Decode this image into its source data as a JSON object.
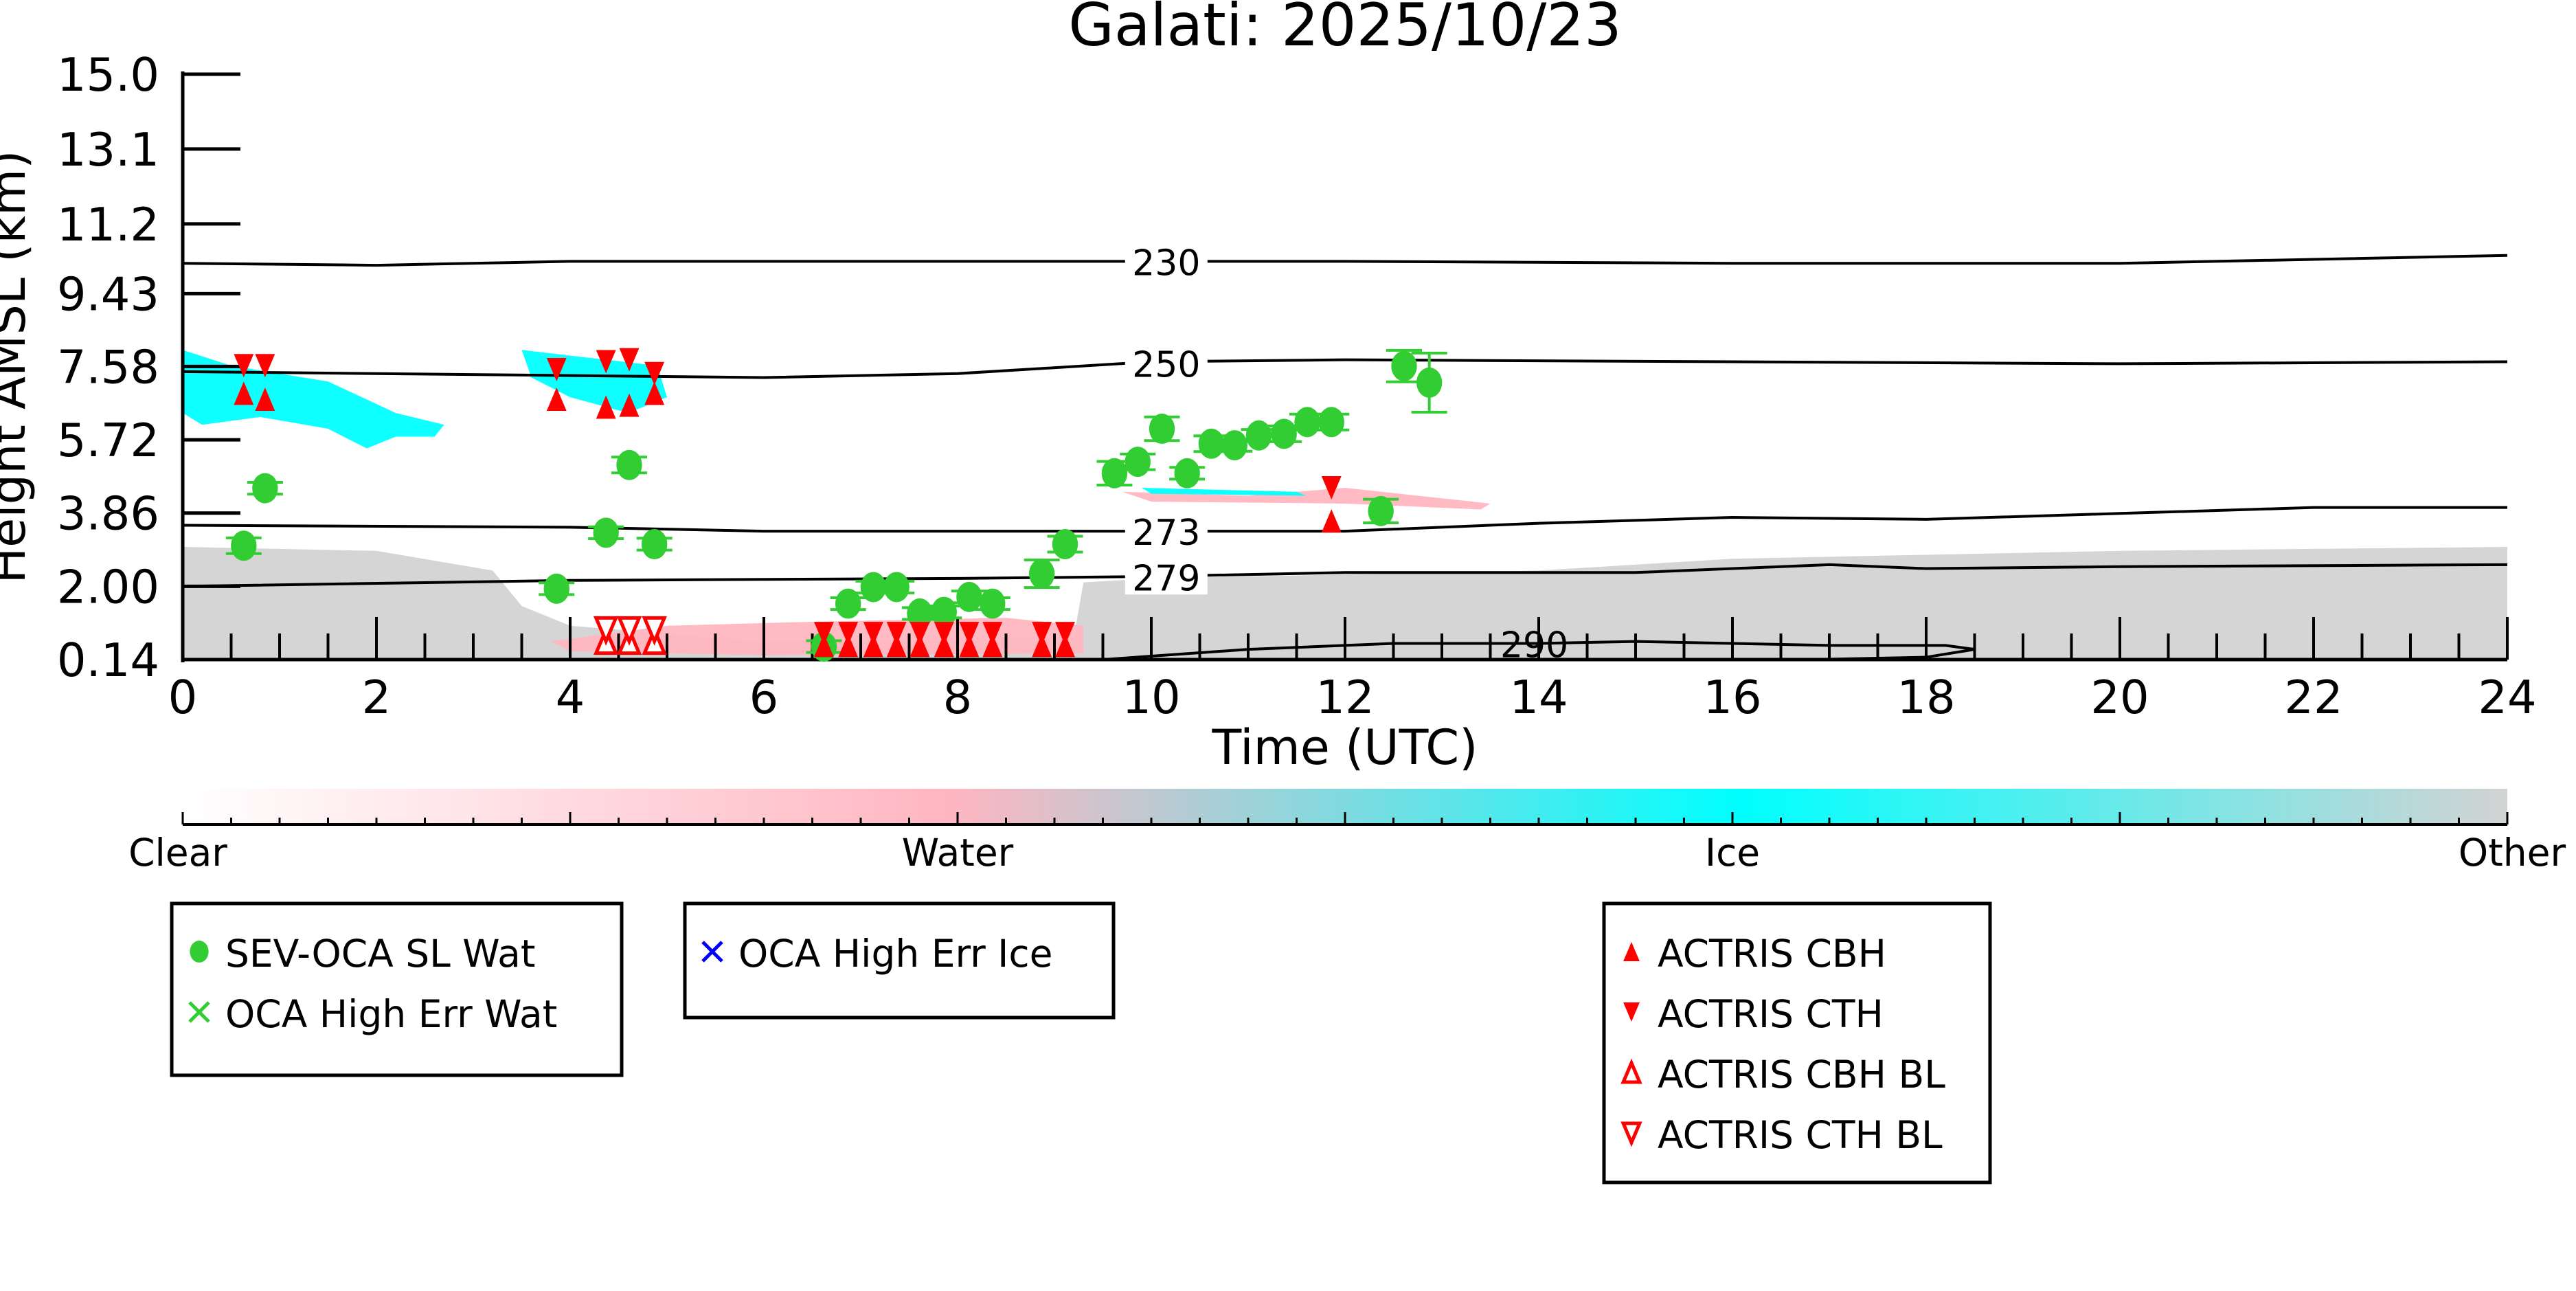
{
  "chart_data": {
    "type": "scatter",
    "title": "Galati: 2025/10/23",
    "xlabel": "Time (UTC)",
    "ylabel": "Height AMSL (km)",
    "xlim": [
      0,
      24
    ],
    "ylim": [
      0.14,
      15.0
    ],
    "xticks": [
      "0",
      "2",
      "4",
      "6",
      "8",
      "10",
      "12",
      "14",
      "16",
      "18",
      "20",
      "22",
      "24"
    ],
    "yticks": [
      "0.14",
      "2.00",
      "3.86",
      "5.72",
      "7.58",
      "9.43",
      "11.2",
      "13.1",
      "15.0"
    ],
    "ytick_values": [
      0.14,
      2.0,
      3.86,
      5.72,
      7.58,
      9.43,
      11.2,
      13.1,
      15.0
    ],
    "colorbar": {
      "labels": [
        "Clear",
        "Water",
        "Ice",
        "Other"
      ],
      "colors": [
        "#ffffff",
        "#ffb6c1",
        "#00ffff",
        "#d3d3d3"
      ]
    },
    "contours": [
      {
        "label": "230",
        "label_x": 9.8,
        "points": [
          [
            0,
            10.2
          ],
          [
            2,
            10.15
          ],
          [
            4,
            10.25
          ],
          [
            8,
            10.25
          ],
          [
            12,
            10.25
          ],
          [
            16,
            10.2
          ],
          [
            20,
            10.2
          ],
          [
            24,
            10.4
          ]
        ]
      },
      {
        "label": "250",
        "label_x": 9.8,
        "points": [
          [
            0,
            7.45
          ],
          [
            4,
            7.35
          ],
          [
            6,
            7.3
          ],
          [
            8,
            7.4
          ],
          [
            10,
            7.7
          ],
          [
            12,
            7.75
          ],
          [
            16,
            7.7
          ],
          [
            20,
            7.65
          ],
          [
            24,
            7.7
          ]
        ]
      },
      {
        "label": "273",
        "label_x": 9.8,
        "points": [
          [
            0,
            3.55
          ],
          [
            4,
            3.5
          ],
          [
            6,
            3.4
          ],
          [
            10,
            3.4
          ],
          [
            12,
            3.4
          ],
          [
            14,
            3.6
          ],
          [
            16,
            3.75
          ],
          [
            18,
            3.7
          ],
          [
            20,
            3.85
          ],
          [
            22,
            4.0
          ],
          [
            24,
            4.0
          ]
        ]
      },
      {
        "label": "279",
        "label_x": 9.8,
        "points": [
          [
            0,
            2.0
          ],
          [
            4,
            2.15
          ],
          [
            8,
            2.2
          ],
          [
            10,
            2.25
          ],
          [
            12,
            2.35
          ],
          [
            15,
            2.35
          ],
          [
            17,
            2.55
          ],
          [
            18,
            2.45
          ],
          [
            20,
            2.5
          ],
          [
            24,
            2.55
          ]
        ]
      },
      {
        "label": "290",
        "label_x": 13.6,
        "points": [
          [
            9.5,
            0.14
          ],
          [
            11,
            0.4
          ],
          [
            12.5,
            0.55
          ],
          [
            14,
            0.55
          ],
          [
            15,
            0.6
          ],
          [
            17,
            0.5
          ],
          [
            18.2,
            0.5
          ],
          [
            18.5,
            0.4
          ],
          [
            18,
            0.2
          ],
          [
            17,
            0.15
          ]
        ]
      }
    ],
    "series": [
      {
        "name": "SEV-OCA SL Wat",
        "color": "#32cd32",
        "marker": "circle",
        "points": [
          [
            0.63,
            3.03,
            0.2
          ],
          [
            0.85,
            4.49,
            0.15
          ],
          [
            3.86,
            1.94,
            0.15
          ],
          [
            4.37,
            3.36,
            0.15
          ],
          [
            4.61,
            5.08,
            0.2
          ],
          [
            4.87,
            3.07,
            0.15
          ],
          [
            6.62,
            0.47,
            0.15
          ],
          [
            6.87,
            1.56,
            0.15
          ],
          [
            7.13,
            1.98,
            0.15
          ],
          [
            7.37,
            1.98,
            0.15
          ],
          [
            7.61,
            1.31,
            0.15
          ],
          [
            7.86,
            1.35,
            0.15
          ],
          [
            8.12,
            1.73,
            0.15
          ],
          [
            8.36,
            1.56,
            0.15
          ],
          [
            8.87,
            2.32,
            0.35
          ],
          [
            9.11,
            3.07,
            0.2
          ],
          [
            9.62,
            4.87,
            0.3
          ],
          [
            9.86,
            5.16,
            0.2
          ],
          [
            10.11,
            6.0,
            0.3
          ],
          [
            10.37,
            4.87,
            0.15
          ],
          [
            10.62,
            5.62,
            0.2
          ],
          [
            10.86,
            5.58,
            0.15
          ],
          [
            11.11,
            5.83,
            0.15
          ],
          [
            11.37,
            5.87,
            0.2
          ],
          [
            11.61,
            6.17,
            0.2
          ],
          [
            11.86,
            6.17,
            0.2
          ],
          [
            12.37,
            3.91,
            0.3
          ],
          [
            12.61,
            7.59,
            0.4
          ],
          [
            12.87,
            7.17,
            0.75
          ]
        ]
      },
      {
        "name": "OCA High Err Wat",
        "color": "#32cd32",
        "marker": "x",
        "points": []
      },
      {
        "name": "OCA High Err Ice",
        "color": "#0000ff",
        "marker": "x",
        "points": []
      },
      {
        "name": "ACTRIS CBH",
        "color": "#ff0000",
        "marker": "triangle-up",
        "points": [
          [
            0.63,
            6.9
          ],
          [
            0.85,
            6.75
          ],
          [
            3.86,
            6.75
          ],
          [
            4.37,
            6.55
          ],
          [
            4.61,
            6.6
          ],
          [
            4.87,
            6.9
          ],
          [
            6.62,
            0.5
          ],
          [
            6.87,
            0.5
          ],
          [
            7.13,
            0.5
          ],
          [
            7.37,
            0.5
          ],
          [
            7.61,
            0.5
          ],
          [
            7.86,
            0.5
          ],
          [
            8.12,
            0.5
          ],
          [
            8.36,
            0.5
          ],
          [
            8.87,
            0.5
          ],
          [
            9.11,
            0.5
          ],
          [
            11.86,
            3.66
          ]
        ]
      },
      {
        "name": "ACTRIS CTH",
        "color": "#ff0000",
        "marker": "triangle-down",
        "points": [
          [
            0.63,
            7.6
          ],
          [
            0.85,
            7.6
          ],
          [
            3.86,
            7.5
          ],
          [
            4.37,
            7.7
          ],
          [
            4.61,
            7.75
          ],
          [
            4.87,
            7.4
          ],
          [
            6.62,
            0.8
          ],
          [
            6.87,
            0.8
          ],
          [
            7.13,
            0.8
          ],
          [
            7.37,
            0.8
          ],
          [
            7.61,
            0.8
          ],
          [
            7.86,
            0.8
          ],
          [
            8.12,
            0.8
          ],
          [
            8.36,
            0.8
          ],
          [
            8.87,
            0.8
          ],
          [
            9.11,
            0.8
          ],
          [
            11.86,
            4.5
          ]
        ]
      },
      {
        "name": "ACTRIS CBH BL",
        "color": "#ff0000",
        "marker": "triangle-up-open",
        "points": [
          [
            4.37,
            0.6
          ],
          [
            4.61,
            0.6
          ],
          [
            4.87,
            0.6
          ]
        ]
      },
      {
        "name": "ACTRIS CTH BL",
        "color": "#ff0000",
        "marker": "triangle-down-open",
        "points": [
          [
            4.37,
            0.9
          ],
          [
            4.61,
            0.9
          ],
          [
            4.87,
            0.9
          ]
        ]
      }
    ],
    "cloud_regions": [
      {
        "class": "Other",
        "color": "#d3d3d3",
        "points": [
          [
            0,
            0.14
          ],
          [
            0,
            3.0
          ],
          [
            2,
            2.9
          ],
          [
            3.2,
            2.4
          ],
          [
            3.5,
            1.5
          ],
          [
            4,
            1.0
          ],
          [
            6,
            0.6
          ],
          [
            9.2,
            0.7
          ],
          [
            9.3,
            2.1
          ],
          [
            10,
            2.2
          ],
          [
            12,
            2.3
          ],
          [
            14,
            2.4
          ],
          [
            16,
            2.7
          ],
          [
            18,
            2.8
          ],
          [
            20,
            2.9
          ],
          [
            22,
            2.95
          ],
          [
            24,
            3.0
          ],
          [
            24,
            0.14
          ]
        ]
      },
      {
        "class": "Ice",
        "color": "#00ffff",
        "points": [
          [
            0,
            8.0
          ],
          [
            0.5,
            7.6
          ],
          [
            1.5,
            7.2
          ],
          [
            2.2,
            6.4
          ],
          [
            2.7,
            6.1
          ],
          [
            2.6,
            5.8
          ],
          [
            2.2,
            5.8
          ],
          [
            1.9,
            5.5
          ],
          [
            1.5,
            6.0
          ],
          [
            0.8,
            6.3
          ],
          [
            0.2,
            6.1
          ],
          [
            0,
            6.4
          ]
        ]
      },
      {
        "class": "Ice",
        "color": "#00ffff",
        "points": [
          [
            3.5,
            8.0
          ],
          [
            4.2,
            7.8
          ],
          [
            4.9,
            7.6
          ],
          [
            5.0,
            6.8
          ],
          [
            4.6,
            6.4
          ],
          [
            4.0,
            6.8
          ],
          [
            3.6,
            7.3
          ]
        ]
      },
      {
        "class": "Water",
        "color": "#ffb6c1",
        "points": [
          [
            3.8,
            0.6
          ],
          [
            5,
            1.0
          ],
          [
            6.5,
            1.1
          ],
          [
            8.5,
            1.2
          ],
          [
            9.3,
            1.0
          ],
          [
            9.3,
            0.3
          ],
          [
            6,
            0.25
          ],
          [
            4,
            0.35
          ]
        ]
      },
      {
        "class": "Water",
        "color": "#ffb6c1",
        "points": [
          [
            9.7,
            4.4
          ],
          [
            11,
            4.3
          ],
          [
            12,
            4.5
          ],
          [
            13.5,
            4.1
          ],
          [
            13.4,
            3.95
          ],
          [
            12,
            4.1
          ],
          [
            10,
            4.15
          ]
        ]
      },
      {
        "class": "Ice",
        "color": "#00ffff",
        "points": [
          [
            9.9,
            4.5
          ],
          [
            11.5,
            4.4
          ],
          [
            11.6,
            4.3
          ],
          [
            10,
            4.35
          ]
        ]
      }
    ],
    "legends": [
      {
        "entries": [
          "SEV-OCA SL Wat",
          "OCA High Err Wat"
        ]
      },
      {
        "entries": [
          "OCA High Err Ice"
        ]
      },
      {
        "entries": [
          "ACTRIS CBH",
          "ACTRIS CTH",
          "ACTRIS CBH BL",
          "ACTRIS CTH BL"
        ]
      }
    ]
  }
}
